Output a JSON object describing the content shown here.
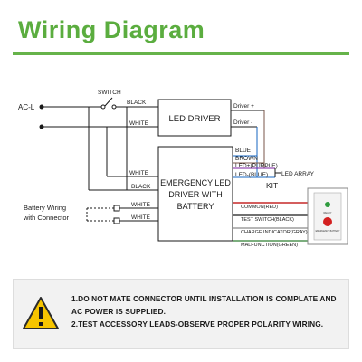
{
  "title": "Wiring Diagram",
  "colors": {
    "title_green": "#5bad3f",
    "wire": "#1a1a1a",
    "common_red": "#c62828",
    "test_black": "#1a1a1a",
    "charge_gray": "#8a8a8a",
    "malfunction_green": "#2e7d32",
    "led_purple": "#7b1fa2",
    "led_blue": "#1565c0",
    "driver_brown": "#795548",
    "warning_yellow": "#f7c500"
  },
  "diagram": {
    "ac_label": "AC-L",
    "switch_label": "SWITCH",
    "battery_label_line1": "Battery Wiring",
    "battery_label_line2": "with Connector",
    "led_driver_label": "LED DRIVER",
    "emergency_line1": "EMERGENCY LED",
    "emergency_line2": "DRIVER WITH",
    "emergency_line3": "BATTERY",
    "wire_labels": {
      "black_top": "BLACK",
      "white_top": "WHITE",
      "white_mid": "WHITE",
      "black_mid": "BLACK",
      "white_batt1": "WHITE",
      "white_batt2": "WHITE",
      "driver_plus": "Driver +",
      "driver_minus": "Driver -",
      "blue": "BLUE",
      "brown": "BROWN",
      "led_plus": "LED+(PURPLE)",
      "led_minus": "LED-(BLUE)",
      "led_array": "LED ARRAY",
      "kit": "KIT",
      "common": "COMMON(RED)",
      "test_switch": "TEST SWITCH(BLACK)",
      "charge_indicator": "CHARGE INDICATOR(GRAY)",
      "malfunction": "MALFUNCTION(GREEN)"
    },
    "panel": {
      "top_text": "",
      "led_label": "READY",
      "button_label": "EMERGENCY BATTERY"
    }
  },
  "warning": {
    "icon": "warning-triangle-icon",
    "line1": "1.DO NOT MATE CONNECTOR UNTIL INSTALLATION  IS COMPLATE AND",
    "line2": "AC POWER IS SUPPLIED.",
    "line3": "2.TEST ACCESSORY LEADS-OBSERVE PROPER POLARITY WIRING."
  }
}
